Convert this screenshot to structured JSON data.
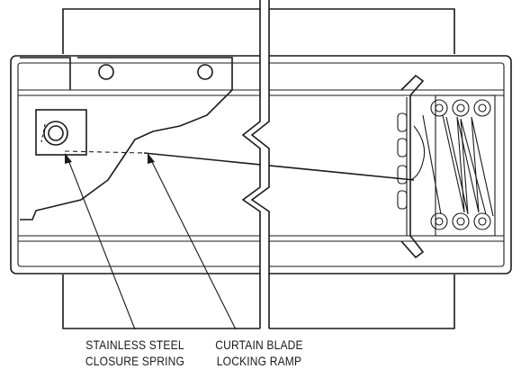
{
  "labels": {
    "closure_spring": {
      "line1": "STAINLESS STEEL",
      "line2": "CLOSURE SPRING"
    },
    "locking_ramp": {
      "line1": "CURTAIN BLADE",
      "line2": "LOCKING RAMP"
    }
  },
  "colors": {
    "line": "#1a1a1a",
    "background": "#ffffff"
  }
}
